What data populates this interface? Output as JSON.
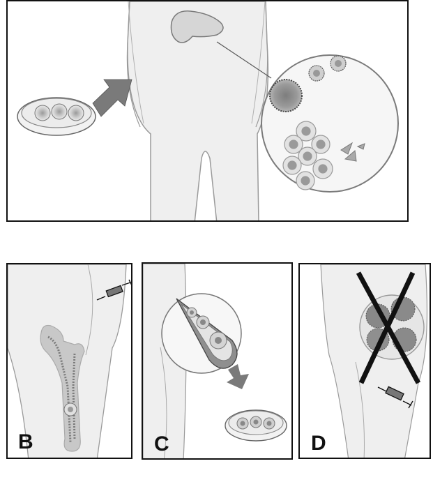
{
  "panels": {
    "a": {
      "label": ""
    },
    "b": {
      "label": "B"
    },
    "c": {
      "label": "C"
    },
    "d": {
      "label": "D"
    }
  },
  "colors": {
    "body_fill": "#efefef",
    "outline": "#888888",
    "arrow": "#7a7a7a",
    "cell_dark": "#8a8a8a",
    "cell_light": "#cfcfcf",
    "frame": "#111111"
  }
}
